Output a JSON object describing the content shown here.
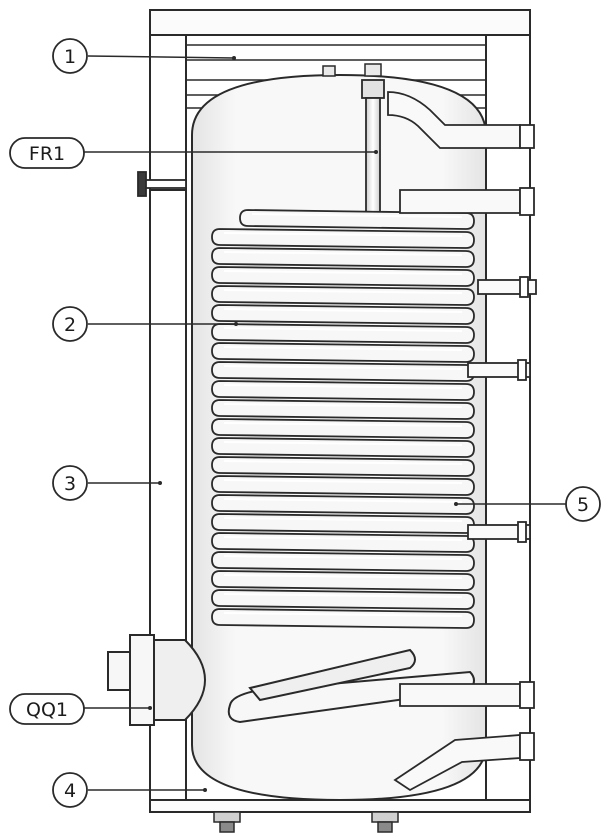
{
  "labels": {
    "item1": "1",
    "fr1": "FR1",
    "item2": "2",
    "item3": "3",
    "item5": "5",
    "qq1": "QQ1",
    "item4": "4"
  },
  "colors": {
    "line": "#2a2a2a",
    "tank_fill": "#f5f5f5",
    "coil_fill": "#f7f7f7",
    "casing_fill": "#ffffff",
    "shadow": "#d6d6d6"
  }
}
